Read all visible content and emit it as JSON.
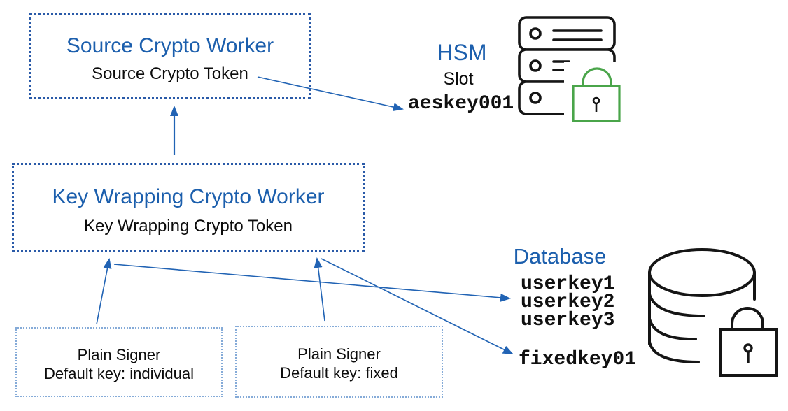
{
  "colors": {
    "accent_blue": "#1c5fad",
    "arrow_blue": "#2163b4",
    "box_border_blue": "#2a5aa8",
    "signer_border_blue": "#85abd8",
    "hsm_lock_green": "#4aa54a",
    "icon_black": "#151515"
  },
  "source_worker": {
    "title": "Source Crypto Worker",
    "token": "Source Crypto Token"
  },
  "key_wrapping_worker": {
    "title": "Key Wrapping Crypto Worker",
    "token": "Key Wrapping Crypto Token"
  },
  "plain_signer_individual": {
    "title": "Plain Signer",
    "default_key": "Default key: individual"
  },
  "plain_signer_fixed": {
    "title": "Plain Signer",
    "default_key": "Default key: fixed"
  },
  "hsm": {
    "title": "HSM",
    "slot_label": "Slot",
    "key_name": "aeskey001"
  },
  "database": {
    "title": "Database",
    "user_keys": [
      "userkey1",
      "userkey2",
      "userkey3"
    ],
    "fixed_key": "fixedkey01"
  }
}
